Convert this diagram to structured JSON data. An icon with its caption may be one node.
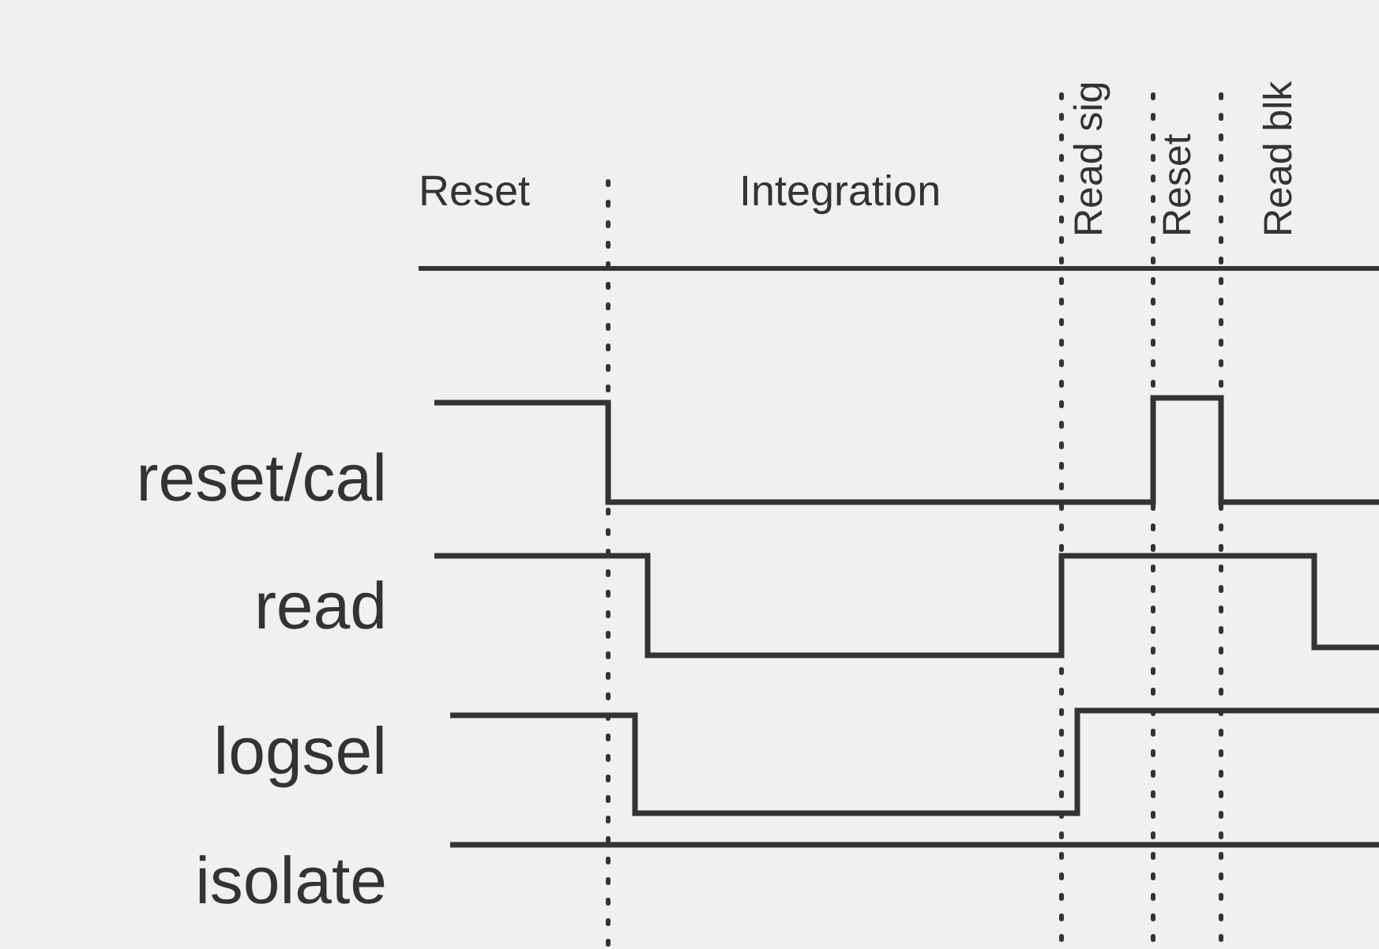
{
  "diagram": {
    "labels": [
      "Reset",
      "Integration",
      "Read sig",
      "Reset",
      "Read blk",
      "reset/cal",
      "read",
      "logsel",
      "isolate"
    ]
  }
}
